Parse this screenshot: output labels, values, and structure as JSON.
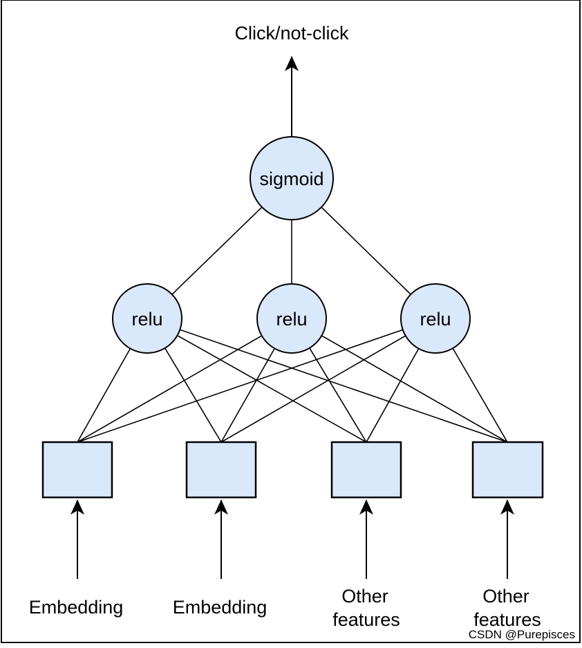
{
  "diagram": {
    "title": "Click/not-click",
    "output_node": {
      "label": "sigmoid"
    },
    "hidden_nodes": [
      {
        "label": "relu"
      },
      {
        "label": "relu"
      },
      {
        "label": "relu"
      }
    ],
    "input_labels": [
      {
        "lines": [
          "Embedding"
        ]
      },
      {
        "lines": [
          "Embedding"
        ]
      },
      {
        "lines": [
          "Other",
          "features"
        ]
      },
      {
        "lines": [
          "Other",
          "features"
        ]
      }
    ],
    "watermark": "CSDN @Purepisces",
    "colors": {
      "node_fill": "#dae8fc",
      "node_stroke": "#000000",
      "edge": "#000000",
      "text": "#000000",
      "watermark": "#b3b3b3",
      "background": "#ffffff"
    }
  }
}
